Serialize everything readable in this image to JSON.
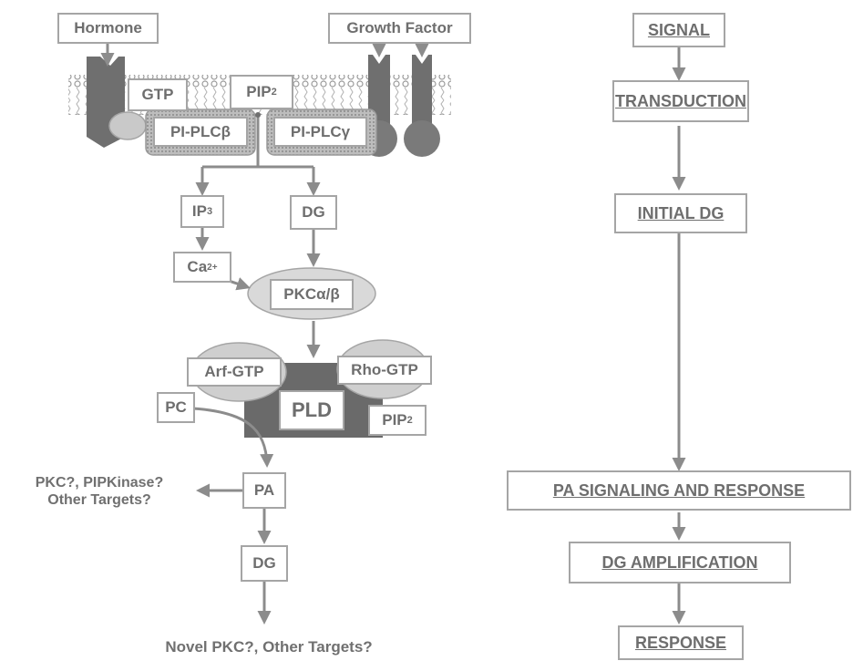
{
  "inputs": {
    "hormone": "Hormone",
    "growth_factor": "Growth Factor"
  },
  "membrane": {
    "gtp": "GTP",
    "pip2": "PIP",
    "pip2_sub": "2",
    "pi_plc_beta": "PI-PLCβ",
    "pi_plc_gamma": "PI-PLCγ"
  },
  "pathway": {
    "ip3": "IP",
    "ip3_sub": "3",
    "dg_initial": "DG",
    "ca": "Ca",
    "ca_sup": "2+",
    "pkc": "PKCα/β",
    "arf_gtp": "Arf-GTP",
    "rho_gtp": "Rho-GTP",
    "pld": "PLD",
    "pc": "PC",
    "pip2_pld": "PIP",
    "pip2_pld_sub": "2",
    "pa": "PA",
    "dg_amplified": "DG",
    "pa_targets_line1": "PKC?, PIPKinase?",
    "pa_targets_line2": "Other Targets?",
    "dg_targets": "Novel PKC?, Other Targets?"
  },
  "steps": {
    "signal": "SIGNAL",
    "transduction": "TRANSDUCTION",
    "initial_dg": "INITIAL DG",
    "pa_signaling": "PA SIGNALING AND RESPONSE",
    "dg_amplification": "DG AMPLIFICATION",
    "response": "RESPONSE"
  },
  "colors": {
    "arrow": "#8c8c8c",
    "box_border": "#a5a5a5",
    "receptor": "#6f6f6f",
    "pld_complex": "#6a6a6a",
    "oval_fill": "#d3d3d3",
    "text": "#6e6e6e"
  }
}
